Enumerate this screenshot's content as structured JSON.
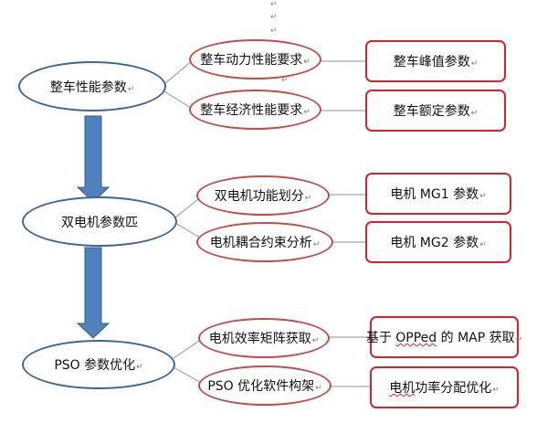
{
  "pilcrow": "↵",
  "colors": {
    "main_node_border": "#3f6696",
    "sub_node_border": "#c24d4a",
    "leaf_border": "#d6232c",
    "arrow_fill": "#4f81bd",
    "arrow_stroke": "#385d8a",
    "connector": "#a6a6a6"
  },
  "stages": [
    {
      "label": "整车性能参数",
      "branches": [
        {
          "label": "整车动力性能要求",
          "leaf": "整车峰值参数"
        },
        {
          "label": "整车经济性能要求",
          "leaf": "整车额定参数"
        }
      ]
    },
    {
      "label": "双电机参数匹",
      "branches": [
        {
          "label": "双电机功能划分",
          "leaf": "电机 MG1 参数"
        },
        {
          "label": "电机耦合约束分析",
          "leaf": "电机 MG2 参数"
        }
      ]
    },
    {
      "label": "PSO 参数优化",
      "branches": [
        {
          "label": "电机效率矩阵获取",
          "leaf_parts": [
            "基于 ",
            "OPPed",
            " 的 MAP 获取"
          ]
        },
        {
          "label": "PSO 优化软件构架",
          "leaf_parts": [
            "电机",
            "功率分配优化"
          ]
        }
      ]
    }
  ]
}
